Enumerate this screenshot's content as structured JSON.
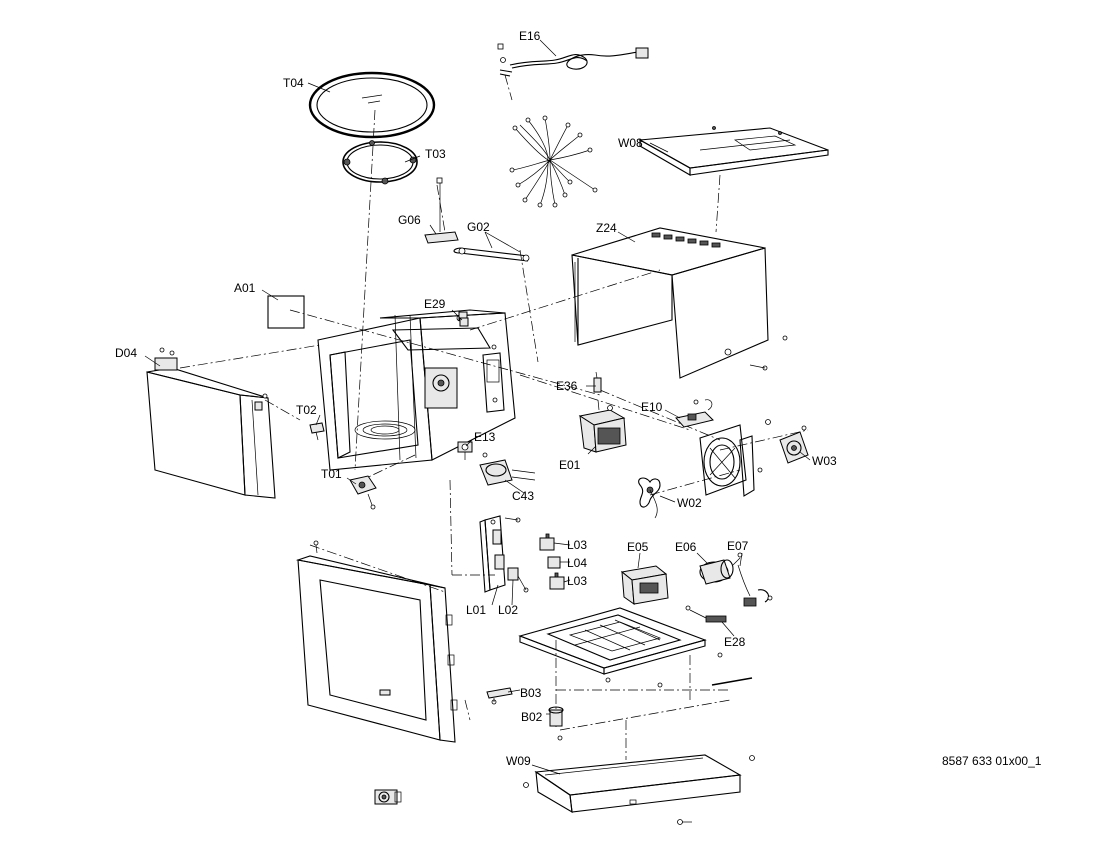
{
  "diagram": {
    "document_code": "8587 633 01x00_1",
    "labels": [
      "E16",
      "T04",
      "T03",
      "W08",
      "G06",
      "G02",
      "Z24",
      "A01",
      "E29",
      "D04",
      "E36",
      "E10",
      "T02",
      "E13",
      "E01",
      "W03",
      "T01",
      "C43",
      "W02",
      "L03",
      "L04",
      "L03",
      "E05",
      "E06",
      "E07",
      "L01",
      "L02",
      "E28",
      "B03",
      "B02",
      "W09"
    ]
  }
}
